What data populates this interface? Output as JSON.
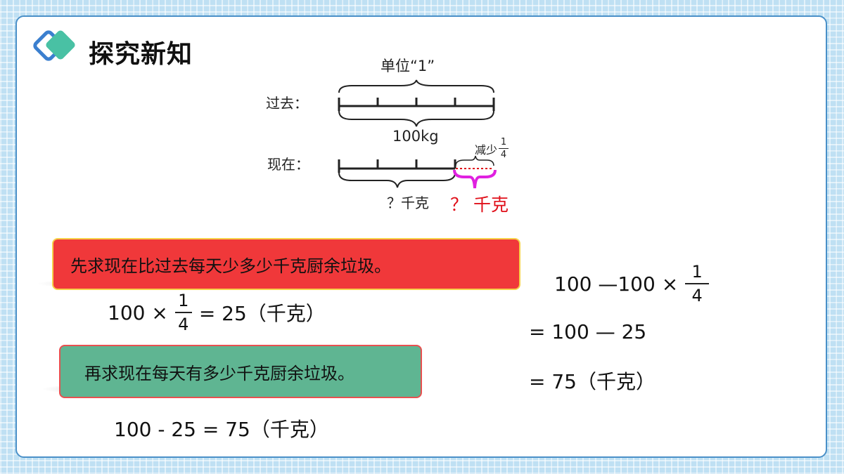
{
  "header": {
    "title": "探究新知"
  },
  "diagram": {
    "unit_label": "单位“1”",
    "past_label": "过去：",
    "now_label": "现在：",
    "total_label": "100kg",
    "reduce_label": "减少",
    "reduce_num": "1",
    "reduce_den": "4",
    "remain_label": "？千克",
    "reduced_q_label": "？ 千克",
    "accent_color": "#e020e0",
    "question_color": "#e0101a"
  },
  "step1": {
    "banner": "先求现在比过去每天少多少千克厨余垃圾。",
    "eq_left": "100 ×",
    "frac_num": "1",
    "frac_den": "4",
    "eq_right": "= 25（千克）"
  },
  "step2": {
    "banner": "再求现在每天有多少千克厨余垃圾。",
    "equation": "100 - 25 = 75（千克）"
  },
  "alt": {
    "line1_left": "100 —100 ×",
    "frac_num": "1",
    "frac_den": "4",
    "line2": "= 100 — 25",
    "line3": "= 75（千克）"
  }
}
